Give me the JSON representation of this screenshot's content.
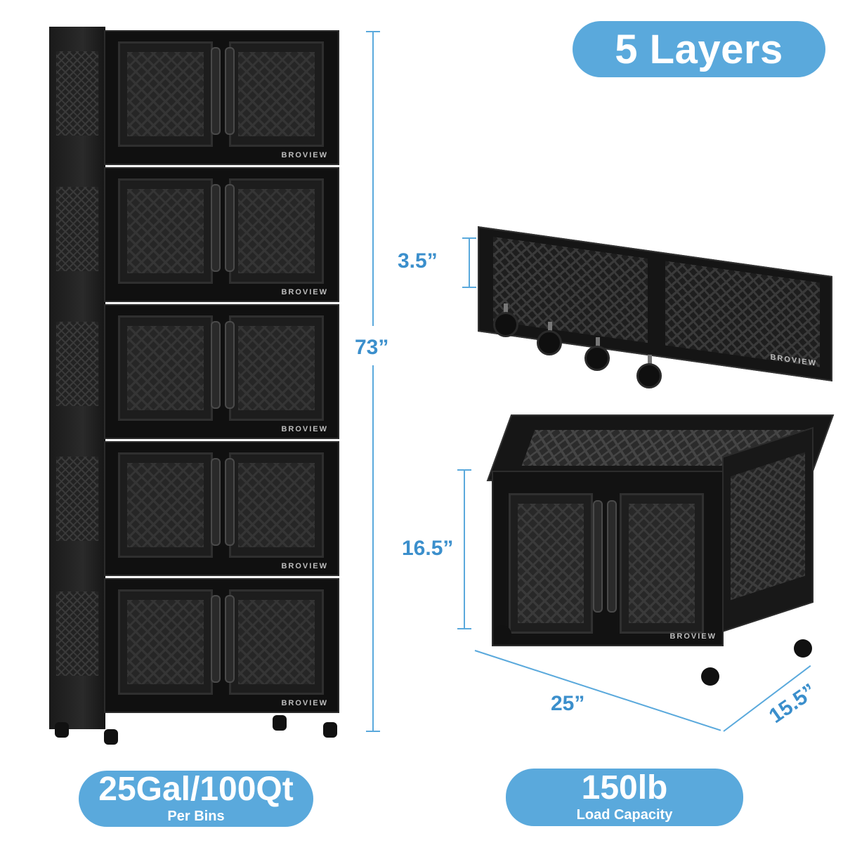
{
  "header": {
    "layers_label": "5 Layers"
  },
  "dimensions": {
    "height_tall": "73”",
    "folded_height": "3.5”",
    "bin_height": "16.5”",
    "bin_width": "25”",
    "bin_depth": "15.5”"
  },
  "capacity_badge": {
    "main": "25Gal/100Qt",
    "sub": "Per Bins"
  },
  "load_badge": {
    "main": "150lb",
    "sub": "Load Capacity"
  },
  "brand": "BROVIEW",
  "colors": {
    "accent": "#5aa9dc",
    "dimension_text": "#3b8fcc",
    "product": "#151515"
  }
}
